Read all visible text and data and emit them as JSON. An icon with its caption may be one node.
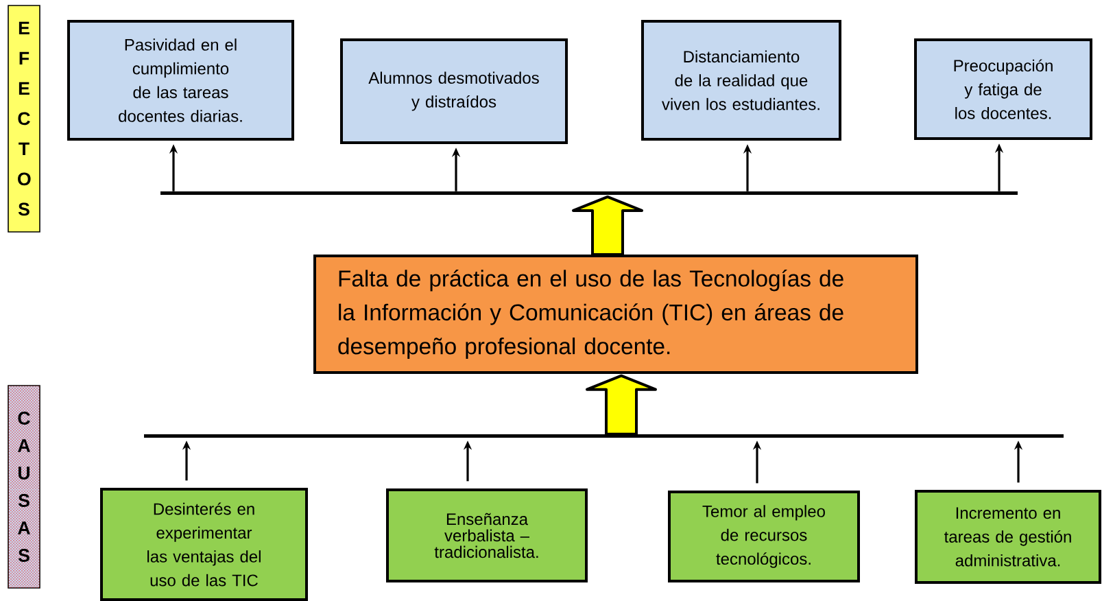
{
  "diagram": {
    "nodes": [
      {
        "text": [
          "E F E C T O S"
        ]
      },
      {
        "text": [
          "C A U S A S"
        ]
      },
      {
        "text": [
          "Pasividad en el cumplimiento de las tareas docentes diarias."
        ]
      },
      {
        "text": [
          "Alumnos desmotivados y distraídos"
        ]
      },
      {
        "text": [
          "Distanciamiento de la realidad que viven los estudiantes."
        ]
      },
      {
        "text": [
          "Preocupación y fatiga de los docentes."
        ]
      },
      {
        "text": [],
        "shape": "bar"
      },
      {
        "text": [
          "Falta de práctica en el uso de las Tecnologías de la Información y Comunicación (TIC) en áreas de desempeño profesional docente."
        ]
      },
      {
        "text": [],
        "shape": "bar"
      },
      {
        "text": [
          "Desinterés en experimentar las ventajas del uso de las TIC"
        ]
      },
      {
        "text": [
          "Enseñanza verbalista – tradicionalista."
        ]
      },
      {
        "text": [
          "Temor al empleo de recursos tecnológicos."
        ]
      },
      {
        "text": [
          "Incremento en tareas de gestión administrativa."
        ]
      }
    ],
    "edges": [
      {
        "from": 6,
        "to": 2,
        "arrow": "to"
      },
      {
        "from": 6,
        "to": 3,
        "arrow": "to"
      },
      {
        "from": 6,
        "to": 4,
        "arrow": "to"
      },
      {
        "from": 6,
        "to": 5,
        "arrow": "to"
      },
      {
        "from": 7,
        "to": 6,
        "arrow": "to",
        "style": "thick",
        "color": "#ffff00"
      },
      {
        "from": 8,
        "to": 7,
        "arrow": "to",
        "style": "thick",
        "color": "#ffff00"
      },
      {
        "from": 9,
        "to": 8,
        "arrow": "to"
      },
      {
        "from": 10,
        "to": 8,
        "arrow": "to"
      },
      {
        "from": 11,
        "to": 8,
        "arrow": "to"
      },
      {
        "from": 12,
        "to": 8,
        "arrow": "to"
      }
    ]
  }
}
